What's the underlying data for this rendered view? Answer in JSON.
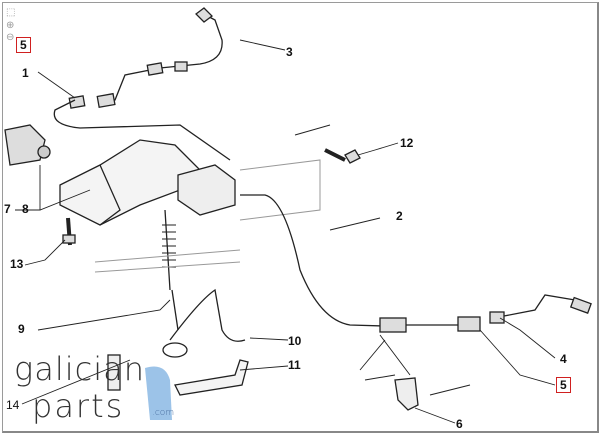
{
  "viewer_controls": {
    "fit_icon": "fit-screen-icon",
    "zoom_in_icon": "zoom-in-icon",
    "zoom_out_icon": "zoom-out-icon"
  },
  "callouts": {
    "c1": "1",
    "c2": "2",
    "c3": "3",
    "c4": "4",
    "c5a": "5",
    "c5b": "5",
    "c6": "6",
    "c7": "7",
    "c8": "8",
    "c9": "9",
    "c10": "10",
    "c11": "11",
    "c12": "12",
    "c13": "13",
    "c14": "14"
  },
  "watermark": {
    "line1": "galician",
    "line2": "parts",
    "suffix": ".com"
  },
  "colors": {
    "highlight_box": "#d02020",
    "watermark_blue": "#9cc3e8",
    "line": "#222222"
  }
}
